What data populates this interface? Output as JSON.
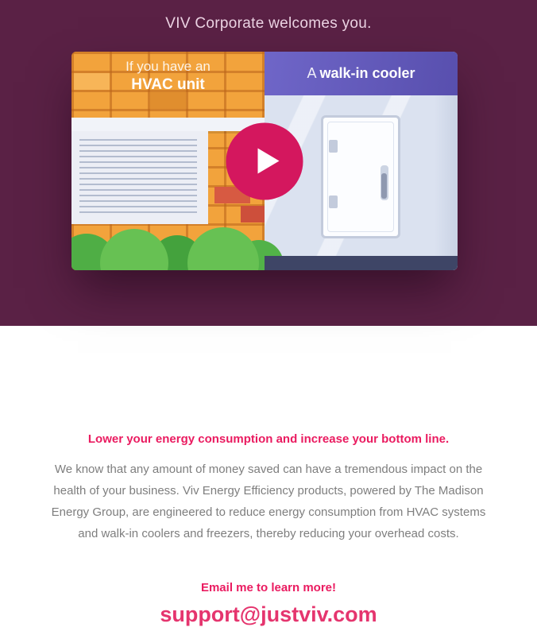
{
  "hero": {
    "title": "VIV Corporate welcomes you.",
    "video": {
      "left_caption_line1": "If you have an",
      "left_caption_line2": "HVAC unit",
      "right_caption_prefix": "A ",
      "right_caption_bold": "walk-in cooler",
      "play_icon": "play-icon"
    }
  },
  "content": {
    "tagline": "Lower your energy consumption and increase your bottom line.",
    "body": "We know that any amount of money saved can have a tremendous impact on the health of your business. Viv Energy Efficiency products, powered by The Madison Energy Group, are engineered to reduce energy consumption from HVAC systems and walk-in coolers and freezers, thereby reducing your overhead costs.",
    "cta_label": "Email me to learn more!",
    "email": "support@justviv.com"
  },
  "colors": {
    "hero_background": "#5a2145",
    "accent_pink": "#ea1b60",
    "play_button_pink": "#d4175e",
    "cooler_band_purple": "#6158b7",
    "brick_orange": "#f2a33c",
    "wall_light_blue": "#dbe2f0",
    "floor_navy": "#3e4566"
  }
}
